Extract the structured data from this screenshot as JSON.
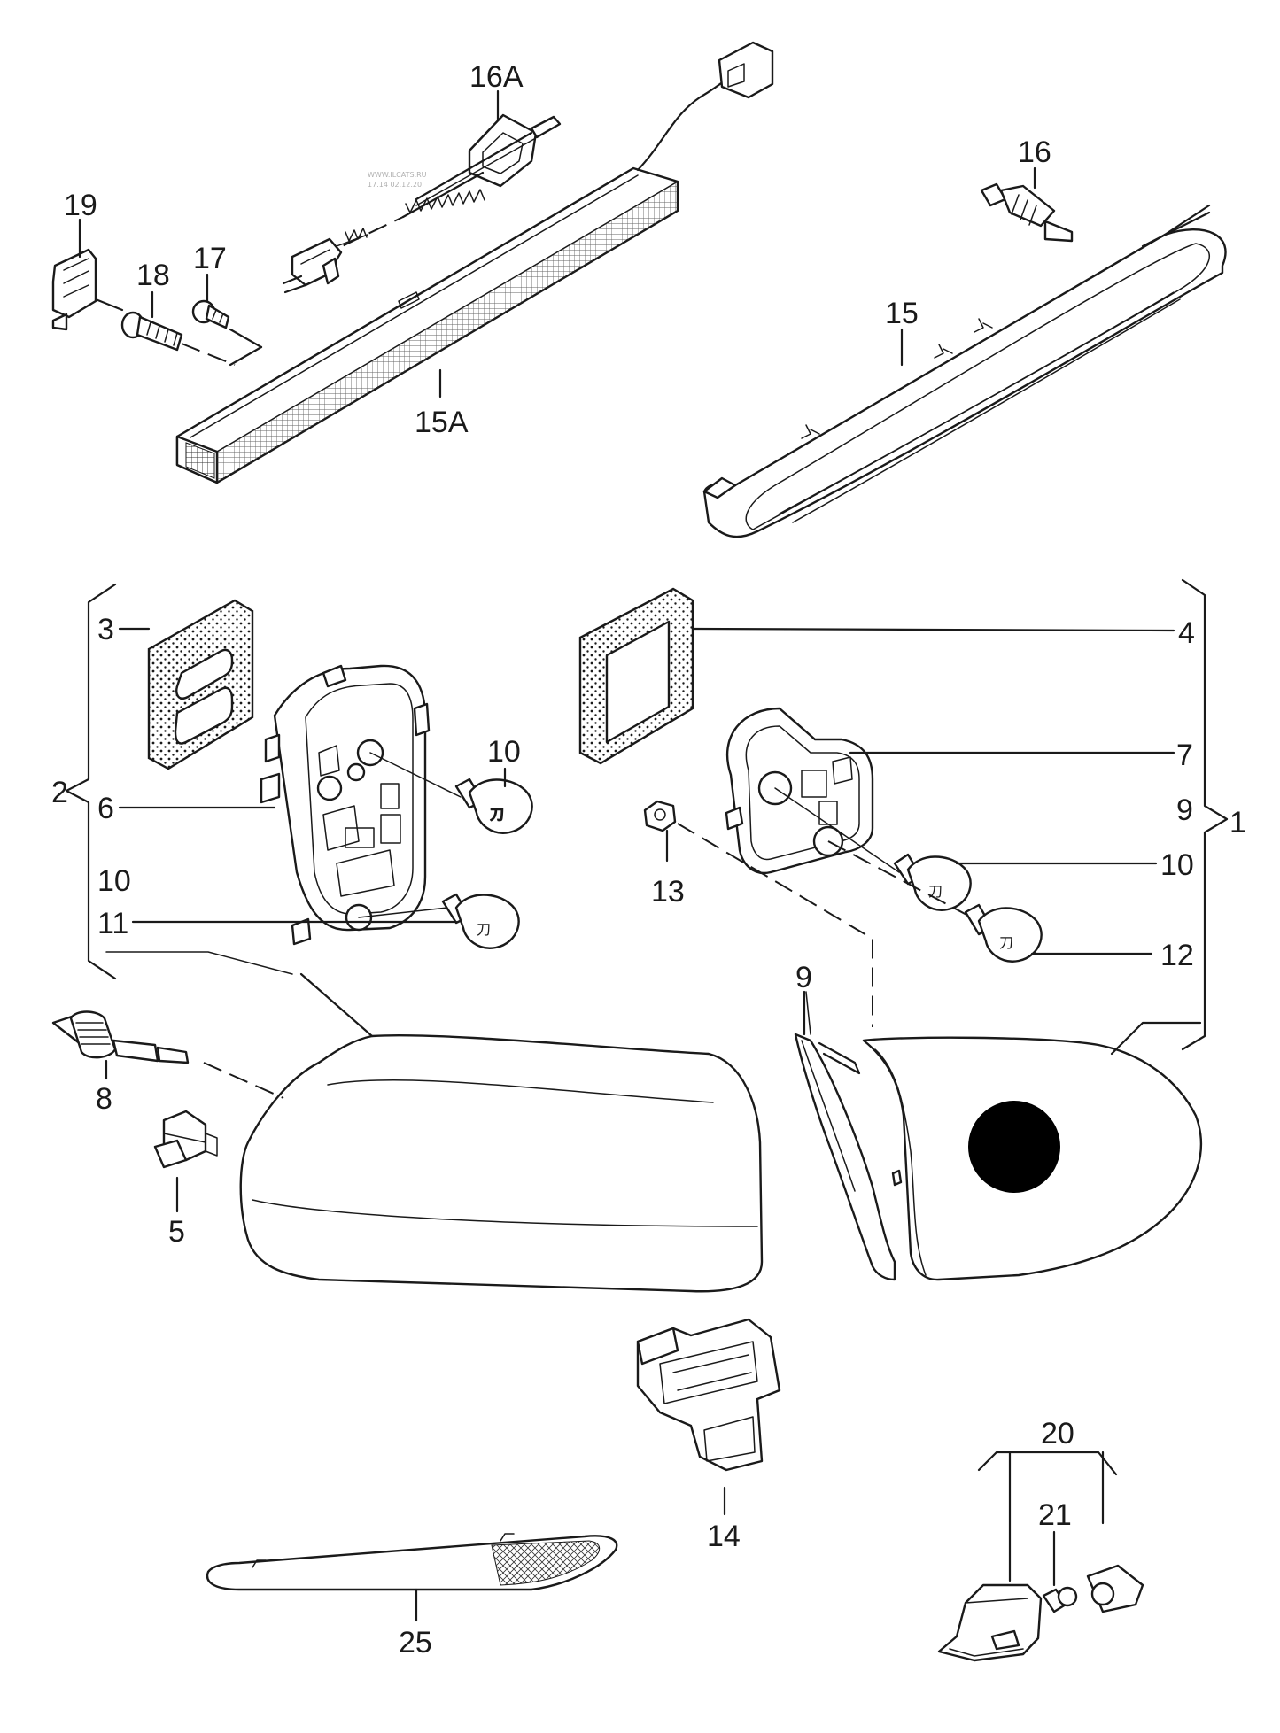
{
  "watermark": {
    "line1": "WWW.ILCATS.RU",
    "line2": "17.14 02.12.20"
  },
  "labels": {
    "p16A": "16A",
    "p16": "16",
    "p19": "19",
    "p18": "18",
    "p17": "17",
    "p15": "15",
    "p15A": "15A",
    "p3": "3",
    "p4": "4",
    "p2": "2",
    "p6": "6",
    "p10_left_bulb": "10",
    "p10_left_list": "10",
    "p11": "11",
    "p7": "7",
    "p9_right_list": "9",
    "p1": "1",
    "p13": "13",
    "p10_right": "10",
    "p12": "12",
    "p9_seal": "9",
    "p8": "8",
    "p5": "5",
    "p14": "14",
    "p20": "20",
    "p21": "21",
    "p25": "25"
  },
  "icons": {
    "bulb_mark": "bulb-symbol-icon"
  }
}
